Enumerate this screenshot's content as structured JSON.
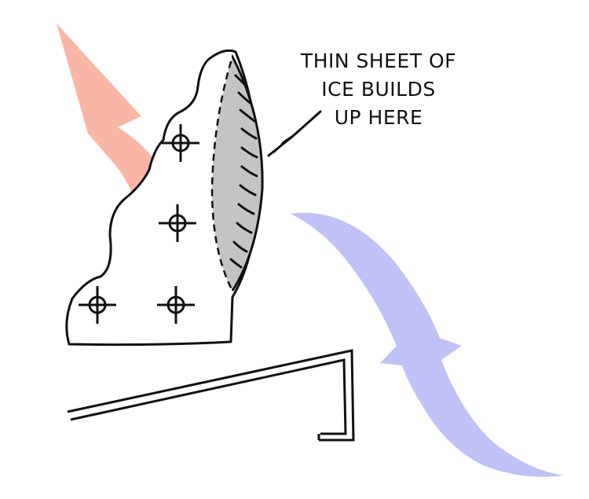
{
  "annotation": {
    "lines": [
      "THIN SHEET OF",
      "ICE BUILDS",
      "UP HERE"
    ]
  },
  "colors": {
    "warm_arrow": "#f9b6a6",
    "cold_arrow": "#bfc1f7",
    "ice_fill": "#c4c4c4",
    "ink": "#111111"
  },
  "icons": {
    "mount_holes": "crosshair-icon"
  }
}
